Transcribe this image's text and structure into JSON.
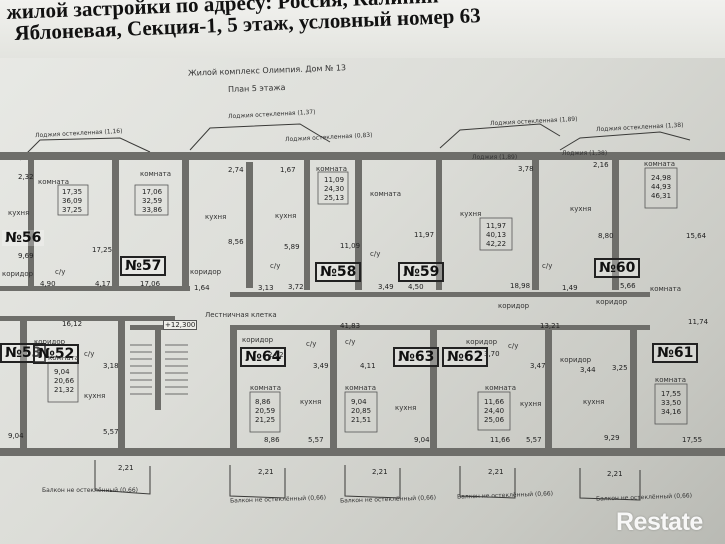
{
  "header": {
    "line1": "жилой застройки по адресу: Россия, Калинин",
    "line2": "Яблоневая, Секция-1, 5 этаж, условный номер 63"
  },
  "plan": {
    "complex_title": "Жилой комплекс Олимпия. Дом № 13",
    "floor_title": "План 5 этажа",
    "apartments": [
      "56",
      "57",
      "58",
      "59",
      "60",
      "53",
      "52",
      "64",
      "63",
      "62",
      "61"
    ],
    "room_labels": {
      "room": "комната",
      "kitchen": "кухня",
      "corridor": "коридор",
      "bathroom": "с/у",
      "stairs": "Лестничная клетка"
    },
    "loggias": {
      "l1": "Лоджия остекленная (1,16)",
      "l2": "Лоджия остекленная (1,37)",
      "l3": "Лоджия остекленная (0,83)",
      "l4": "Лоджия остекленная (1,89)",
      "l5": "Лоджия остекленная (1,38)",
      "l6": "Лоджия (1,89)",
      "l7": "Лоджия (1,38)"
    },
    "balconies": {
      "b1": "Балкон не остеклённый (0,66)",
      "b2": "Балкон не остеклённый (0,66)",
      "b3": "Балкон не остеклённый (0,66)",
      "b4": "Балкон не остеклённый (0,66)",
      "b5": "Балкон не остеклённый (0,66)"
    },
    "balcony_area": "2,21",
    "elevation_mark": "+12,300",
    "area_tables": {
      "apt56": [
        "17,35",
        "36,09",
        "37,25"
      ],
      "apt57": [
        "17,06",
        "32,59",
        "33,86"
      ],
      "apt58": [
        "11,09",
        "24,30",
        "25,13"
      ],
      "apt59": [
        "11,97",
        "40,13",
        "42,22"
      ],
      "apt60": [
        "24,98",
        "44,93",
        "46,31"
      ],
      "apt64": [
        "8,86",
        "20,59",
        "21,25"
      ],
      "apt63": [
        "9,04",
        "20,85",
        "21,51"
      ],
      "apt62": [
        "11,66",
        "24,40",
        "25,06"
      ],
      "apt61": [
        "17,55",
        "33,50",
        "34,16"
      ],
      "apt52": [
        "9,04",
        "20,66",
        "21,32"
      ]
    },
    "dimension_numbers": {
      "n1": "2,32",
      "n2": "9,69",
      "n3": "17,25",
      "n4": "4,90",
      "n5": "4,17",
      "n6": "17,06",
      "n7": "2,74",
      "n8": "8,56",
      "n9": "5,89",
      "n10": "1,64",
      "n11": "3,13",
      "n12": "1,67",
      "n13": "11,09",
      "n14": "3,72",
      "n15": "11,97",
      "n16": "3,49",
      "n17": "4,50",
      "n18": "18,98",
      "n19": "3,78",
      "n20": "2,16",
      "n21": "8,80",
      "n22": "1,49",
      "n23": "5,66",
      "n24": "15,64",
      "n25": "11,74",
      "n26": "16,12",
      "n27": "41,83",
      "n28": "13,21",
      "n29": "3,18",
      "n30": "2,62",
      "n31": "3,49",
      "n32": "4,11",
      "n33": "3,70",
      "n34": "3,47",
      "n35": "3,44",
      "n36": "3,25",
      "n37": "9,04",
      "n38": "5,57",
      "n39": "8,86",
      "n40": "5,57",
      "n41": "9,04",
      "n42": "11,66",
      "n43": "5,57",
      "n44": "9,29",
      "n45": "17,55"
    }
  },
  "watermark": "Restate",
  "colors": {
    "paper": "#e3e4df",
    "wall": "#6e6e6a",
    "line": "#3a3a38"
  }
}
